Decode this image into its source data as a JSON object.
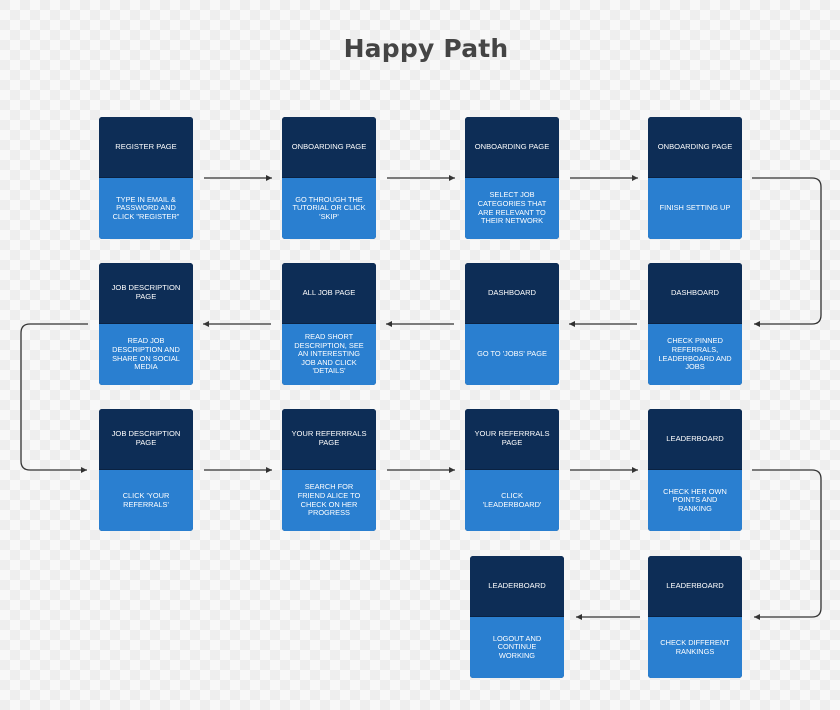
{
  "title": "Happy Path",
  "steps": [
    {
      "id": "s1",
      "header": "REGISTER PAGE",
      "action": "TYPE IN EMAIL & PASSWORD AND CLICK \"REGISTER\""
    },
    {
      "id": "s2",
      "header": "ONBOARDING PAGE",
      "action": "GO THROUGH THE TUTORIAL OR CLICK 'SKIP'"
    },
    {
      "id": "s3",
      "header": "ONBOARDING PAGE",
      "action": "SELECT JOB CATEGORIES THAT ARE RELEVANT TO THEIR NETWORK"
    },
    {
      "id": "s4",
      "header": "ONBOARDING PAGE",
      "action": "FINISH SETTING UP"
    },
    {
      "id": "s5",
      "header": "DASHBOARD",
      "action": "CHECK PINNED REFERRALS, LEADERBOARD AND JOBS"
    },
    {
      "id": "s6",
      "header": "DASHBOARD",
      "action": "GO TO 'JOBS' PAGE"
    },
    {
      "id": "s7",
      "header": "ALL JOB PAGE",
      "action": "READ SHORT DESCRIPTION, SEE AN INTERESTING JOB AND CLICK 'DETAILS'"
    },
    {
      "id": "s8",
      "header": "JOB DESCRIPTION PAGE",
      "action": "READ JOB DESCRIPTION AND SHARE ON SOCIAL MEDIA"
    },
    {
      "id": "s9",
      "header": "JOB DESCRIPTION PAGE",
      "action": "CLICK 'YOUR REFERRALS'"
    },
    {
      "id": "s10",
      "header": "YOUR REFERRRALS PAGE",
      "action": "SEARCH FOR FRIEND ALICE TO CHECK ON HER PROGRESS"
    },
    {
      "id": "s11",
      "header": "YOUR REFERRRALS PAGE",
      "action": "CLICK 'LEADERBOARD'"
    },
    {
      "id": "s12",
      "header": "LEADERBOARD",
      "action": "CHECK HER OWN POINTS AND RANKING"
    },
    {
      "id": "s13",
      "header": "LEADERBOARD",
      "action": "CHECK DIFFERENT RANKINGS"
    },
    {
      "id": "s14",
      "header": "LEADERBOARD",
      "action": "LOGOUT AND CONTINUE WORKING"
    }
  ],
  "colors": {
    "header_bg": "#0d2d56",
    "action_bg": "#2a7fd0",
    "connector": "#333333",
    "title": "#454545"
  }
}
